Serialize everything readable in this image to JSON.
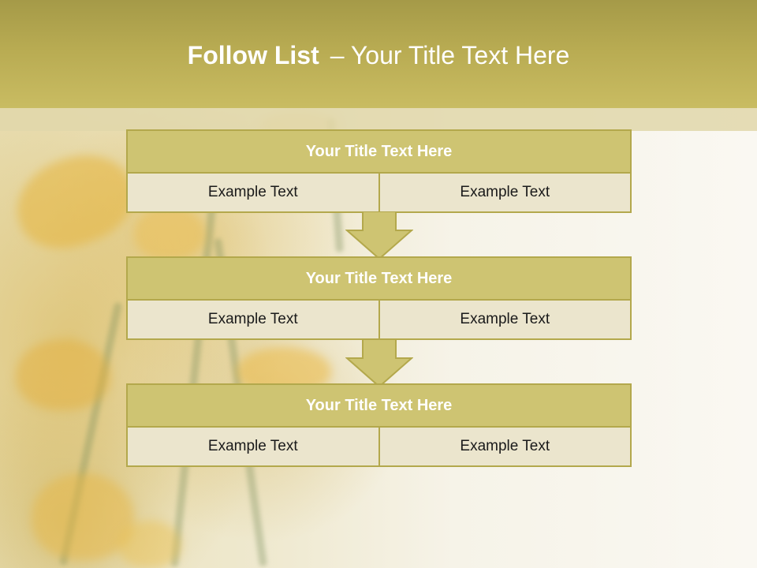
{
  "slide": {
    "title_bold": "Follow List",
    "title_rest": "– Your Title Text Here"
  },
  "blocks": [
    {
      "title": "Your Title Text Here",
      "left": "Example Text",
      "right": "Example Text"
    },
    {
      "title": "Your Title Text Here",
      "left": "Example Text",
      "right": "Example Text"
    },
    {
      "title": "Your Title Text Here",
      "left": "Example Text",
      "right": "Example Text"
    }
  ],
  "colors": {
    "header": "#b8ab52",
    "block_title": "#cec472",
    "cell": "#ebe5cd",
    "border": "#b3a84c"
  },
  "icons": [
    "down-arrow-icon"
  ]
}
